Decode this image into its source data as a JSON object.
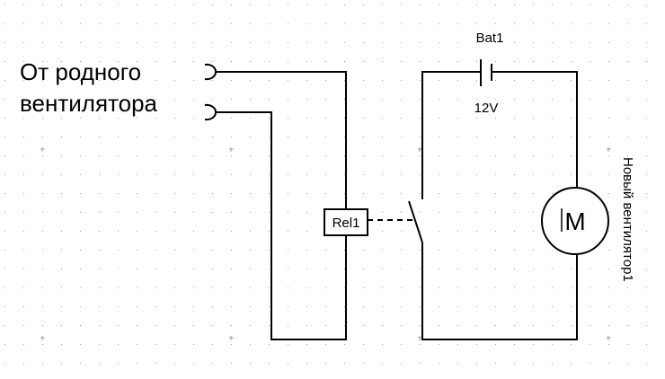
{
  "source_label": {
    "line1": "От родного",
    "line2": "вентилятора"
  },
  "battery": {
    "name": "Bat1",
    "voltage": "12V"
  },
  "relay": {
    "name": "Rel1"
  },
  "motor": {
    "name": "Новый вентилятор1",
    "symbol": "M"
  },
  "colors": {
    "background": "#ffffff",
    "ink": "#000000",
    "grid_dot": "#a0a0a0"
  }
}
